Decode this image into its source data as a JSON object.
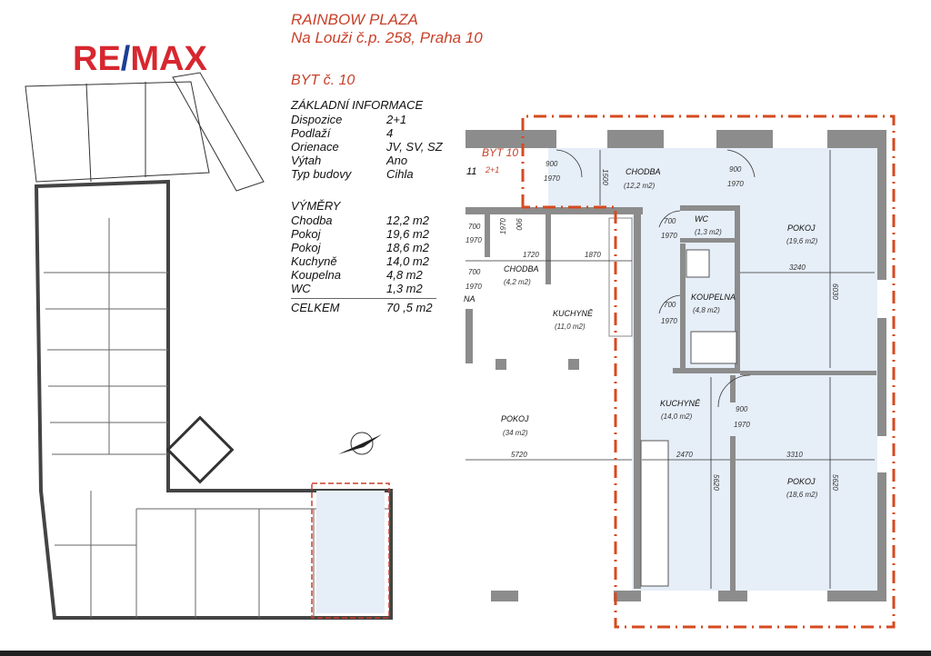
{
  "logo": {
    "left": "RE",
    "slash": "/",
    "right": "MAX"
  },
  "header": {
    "title": "RAINBOW PLAZA",
    "address": "Na Louži č.p. 258, Praha 10"
  },
  "apartment": {
    "title": "BYT č. 10"
  },
  "basic_info": {
    "heading": "ZÁKLADNÍ INFORMACE",
    "rows": [
      {
        "key": "Dispozice",
        "value": "2+1"
      },
      {
        "key": "Podlaží",
        "value": "4"
      },
      {
        "key": "Orienace",
        "value": "JV, SV, SZ"
      },
      {
        "key": "Výtah",
        "value": "Ano"
      },
      {
        "key": "Typ budovy",
        "value": "Cihla"
      }
    ]
  },
  "areas": {
    "heading": "VÝMĚRY",
    "rows": [
      {
        "key": "Chodba",
        "value": "12,2 m2"
      },
      {
        "key": "Pokoj",
        "value": "19,6 m2"
      },
      {
        "key": "Pokoj",
        "value": "18,6 m2"
      },
      {
        "key": "Kuchyně",
        "value": "14,0 m2"
      },
      {
        "key": "Koupelna",
        "value": "4,8 m2"
      },
      {
        "key": "WC",
        "value": "1,3 m2"
      }
    ],
    "total_key": "CELKEM",
    "total_value": "70 ,5 m2"
  },
  "plan": {
    "unit_label": "BYT 10",
    "unit_type": "2+1",
    "neighbor_unit": "11",
    "partial_label": "NA",
    "rooms": {
      "chodba": {
        "name": "CHODBA",
        "area": "(12,2 m2)"
      },
      "chodba_n": {
        "name": "CHODBA",
        "area": "(4,2 m2)"
      },
      "kuchyne_n": {
        "name": "KUCHYNĚ",
        "area": "(11,0 m2)"
      },
      "wc": {
        "name": "WC",
        "area": "(1,3 m2)"
      },
      "pokoj1": {
        "name": "POKOJ",
        "area": "(19,6 m2)"
      },
      "koupelna": {
        "name": "KOUPELNA",
        "area": "(4,8 m2)"
      },
      "kuchyne": {
        "name": "KUCHYNĚ",
        "area": "(14,0 m2)"
      },
      "pokoj_n": {
        "name": "POKOJ",
        "area": "(34 m2)"
      },
      "pokoj2": {
        "name": "POKOJ",
        "area": "(18,6 m2)"
      }
    },
    "doors": {
      "w900": "900",
      "w700": "700",
      "h1970": "1970"
    },
    "dims": {
      "d1500": "1500",
      "d1720": "1720",
      "d1870": "1870",
      "d3240": "3240",
      "d6030": "6030",
      "d5720": "5720",
      "d2470": "2470",
      "d3310": "3310",
      "d5620": "5620"
    }
  },
  "colors": {
    "accent": "#c8402a",
    "room_fill": "#e6eef8",
    "wall": "#8c8c8c"
  }
}
